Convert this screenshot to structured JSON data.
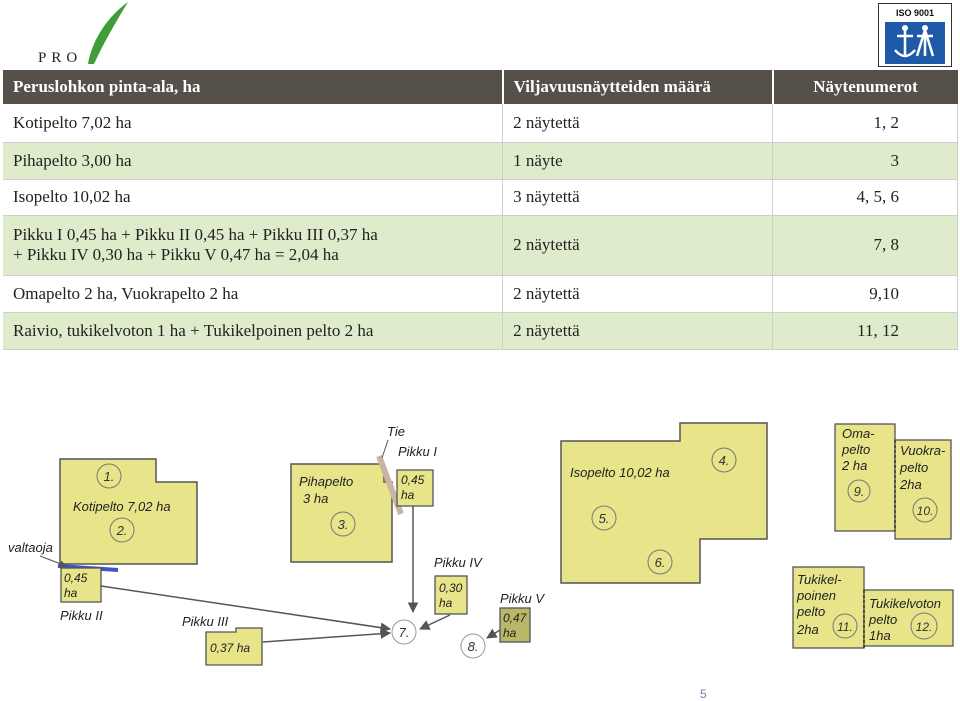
{
  "brand": {
    "logo_text": "PRO",
    "cert_label": "ISO 9001",
    "colors": {
      "leaf": "#3f9d3a",
      "iso_blue": "#1e5aa8"
    }
  },
  "table": {
    "headers": [
      "Peruslohkon pinta-ala, ha",
      "Viljavuusnäytteiden määrä",
      "Näytenumerot"
    ],
    "rows": [
      {
        "area": "Kotipelto 7,02 ha",
        "samples": "2 näytettä",
        "numbers": "1, 2"
      },
      {
        "area": "Pihapelto 3,00 ha",
        "samples": "1 näyte",
        "numbers": "3"
      },
      {
        "area": "Isopelto 10,02 ha",
        "samples": "3 näytettä",
        "numbers": "4, 5, 6"
      },
      {
        "area_line1": "Pikku I 0,45 ha + Pikku II 0,45 ha + Pikku III 0,37 ha",
        "area_line2": "+ Pikku IV 0,30 ha + Pikku V 0,47 ha = 2,04 ha",
        "samples": "2 näytettä",
        "numbers": "7, 8"
      },
      {
        "area": "Omapelto 2 ha, Vuokrapelto 2 ha",
        "samples": "2 näytettä",
        "numbers": "9,10"
      },
      {
        "area": "Raivio, tukikelvoton 1 ha + Tukikelpoinen pelto 2 ha",
        "samples": "2 näytettä",
        "numbers": "11, 12"
      }
    ],
    "colors": {
      "header": "#55504a",
      "row_alt": "#dfeccb"
    }
  },
  "map": {
    "colors": {
      "field": "#e7e48a",
      "field_dark": "#b9b86a",
      "stroke": "#555555",
      "road": "#cbb4a4",
      "ditch": "#3c55c7"
    },
    "kotipelto": {
      "name": "Kotipelto 7,02 ha",
      "marks": [
        "1.",
        "2."
      ]
    },
    "valtaoja": "valtaoja",
    "pikku2": {
      "name": "Pikku II",
      "area": [
        "0,45",
        "ha"
      ]
    },
    "pikku3": {
      "name": "Pikku III",
      "area": "0,37 ha"
    },
    "pihapelto": {
      "name": [
        "Pihapelto",
        "3 ha"
      ],
      "mark": "3."
    },
    "tie": "Tie",
    "pikku1": {
      "name": "Pikku I",
      "area": [
        "0,45",
        "ha"
      ]
    },
    "pikku4": {
      "name": "Pikku IV",
      "area": [
        "0,30",
        "ha"
      ]
    },
    "pikku5": {
      "name": "Pikku V",
      "area": [
        "0,47",
        "ha"
      ]
    },
    "mark7": "7.",
    "mark8": "8.",
    "isopelto": {
      "name": "Isopelto 10,02 ha",
      "marks": [
        "4.",
        "5.",
        "6."
      ]
    },
    "omapelto": {
      "name": [
        "Oma-",
        "pelto",
        "2 ha"
      ],
      "mark": "9."
    },
    "vuokrapelto": {
      "name": [
        "Vuokra-",
        "pelto",
        "2ha"
      ],
      "mark": "10."
    },
    "tukikelpoinen": {
      "name": [
        "Tukikel-",
        "poinen",
        "pelto",
        "2ha"
      ],
      "mark": "11."
    },
    "tukikelvoton": {
      "name": [
        "Tukikelvoton",
        "pelto",
        "1ha"
      ],
      "mark": "12."
    }
  },
  "footer": {
    "page_number": "5"
  }
}
